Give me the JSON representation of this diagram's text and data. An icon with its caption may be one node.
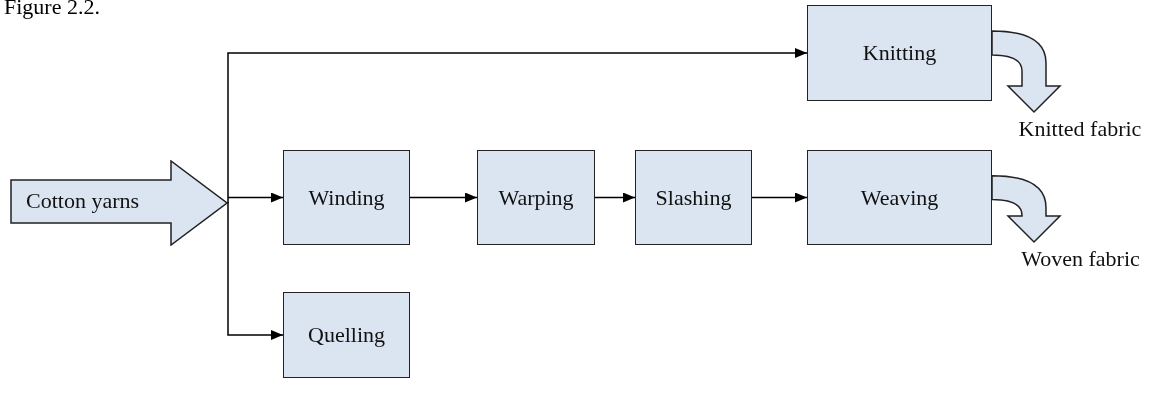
{
  "diagram": {
    "nodes": [
      {
        "text": [
          "Cotton yarns"
        ]
      },
      {
        "text": [
          "Knitting"
        ]
      },
      {
        "text": [
          "Winding"
        ]
      },
      {
        "text": [
          "Warping"
        ]
      },
      {
        "text": [
          "Slashing"
        ]
      },
      {
        "text": [
          "Weaving"
        ]
      },
      {
        "text": [
          "Quelling"
        ]
      },
      {
        "text": [
          "Knitted fabric"
        ]
      },
      {
        "text": [
          "Woven fabric"
        ]
      }
    ],
    "edges": [
      {
        "from": 0,
        "to": 1,
        "arrow": "to"
      },
      {
        "from": 0,
        "to": 2,
        "arrow": "to"
      },
      {
        "from": 0,
        "to": 6,
        "arrow": "to"
      },
      {
        "from": 2,
        "to": 3,
        "arrow": "to"
      },
      {
        "from": 3,
        "to": 4,
        "arrow": "to"
      },
      {
        "from": 4,
        "to": 5,
        "arrow": "to"
      },
      {
        "from": 1,
        "to": 7,
        "arrow": "to",
        "style": "thick"
      },
      {
        "from": 5,
        "to": 8,
        "arrow": "to",
        "style": "thick"
      }
    ],
    "labels": [
      "Figure 2.2."
    ]
  }
}
